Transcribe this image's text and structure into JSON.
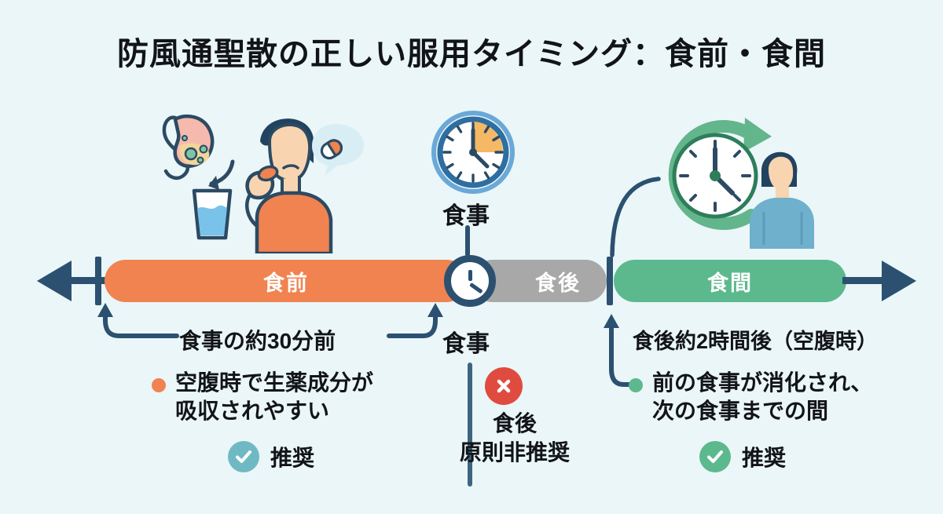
{
  "page": {
    "title": "防風通聖散の正しい服用タイミング：食前・食間",
    "background_color": "#eaf6f8"
  },
  "colors": {
    "before_meal": "#f0834f",
    "after_meal": "#a8a8a8",
    "between_meal": "#5cb98e",
    "axis": "#2c5070",
    "bad": "#e04b3f",
    "good_teal": "#6fb9c4",
    "good_green": "#5cb98e",
    "text": "#121417"
  },
  "timeline": {
    "segments": [
      {
        "key": "before",
        "label": "食前",
        "color": "#f0834f"
      },
      {
        "key": "after",
        "label": "食後",
        "color": "#a8a8a8"
      },
      {
        "key": "between",
        "label": "食間",
        "color": "#5cb98e"
      }
    ],
    "meal_marker_top_label": "食事",
    "meal_marker_bottom_label": "食事",
    "left_arrow_icon": "arrow-left-icon",
    "right_arrow_icon": "arrow-right-icon",
    "clock_marker_icon": "clock-icon"
  },
  "columns": {
    "before": {
      "caption": "食事の約30分前",
      "bullet": "空腹時で生薬成分が\n吸収されやすい",
      "bullet_dot_color": "#f0834f",
      "status_label": "推奨",
      "status_icon": "check-circle-icon",
      "status_color": "#6fb9c4"
    },
    "after": {
      "status_icon": "x-circle-icon",
      "status_color": "#e04b3f",
      "text": "食後\n原則非推奨"
    },
    "between": {
      "caption": "食後約2時間後（空腹時）",
      "bullet": "前の食事が消化され、\n次の食事までの間",
      "bullet_dot_color": "#5cb98e",
      "status_label": "推奨",
      "status_icon": "check-circle-icon",
      "status_color": "#5cb98e"
    }
  },
  "illustrations": {
    "left": {
      "name": "person-taking-medicine-illustration",
      "parts": [
        "stomach-icon",
        "down-arrow-icon",
        "water-glass-icon",
        "person-taking-pill-icon",
        "capsule-speech-bubble-icon"
      ]
    },
    "middle": {
      "name": "wall-clock-illustration"
    },
    "right": {
      "name": "clock-with-person-illustration",
      "parts": [
        "circular-arrow-clock-icon",
        "person-icon"
      ]
    }
  }
}
